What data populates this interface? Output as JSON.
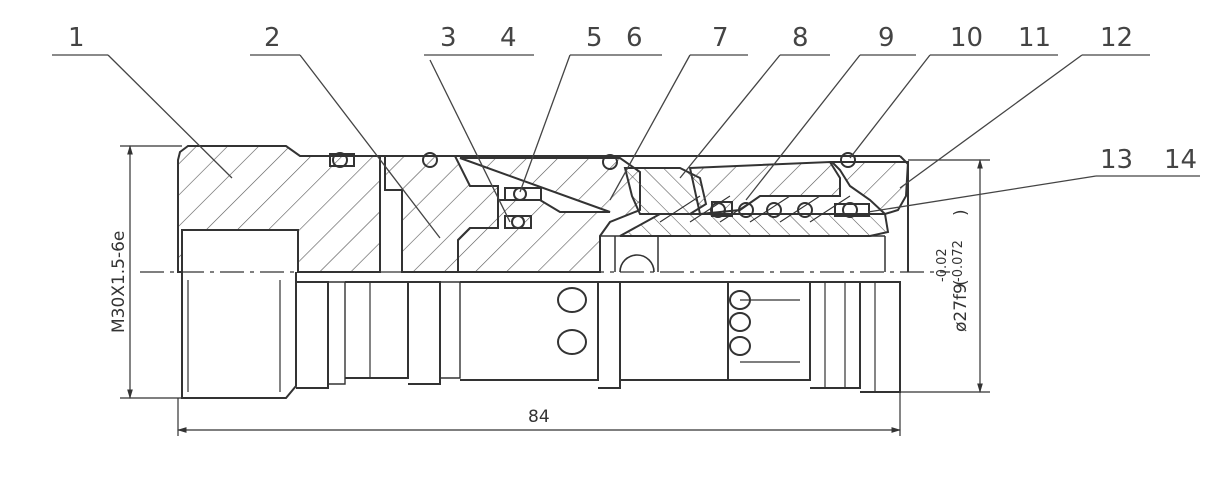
{
  "callouts": [
    "1",
    "2",
    "3",
    "4",
    "5",
    "6",
    "7",
    "8",
    "9",
    "10",
    "11",
    "12",
    "13",
    "14"
  ],
  "dimensions": {
    "thread": "M30X1.5-6e",
    "length": "84",
    "diameter": "ø27f9",
    "tolerance_upper": "-0.02",
    "tolerance_lower": "-0.072"
  }
}
